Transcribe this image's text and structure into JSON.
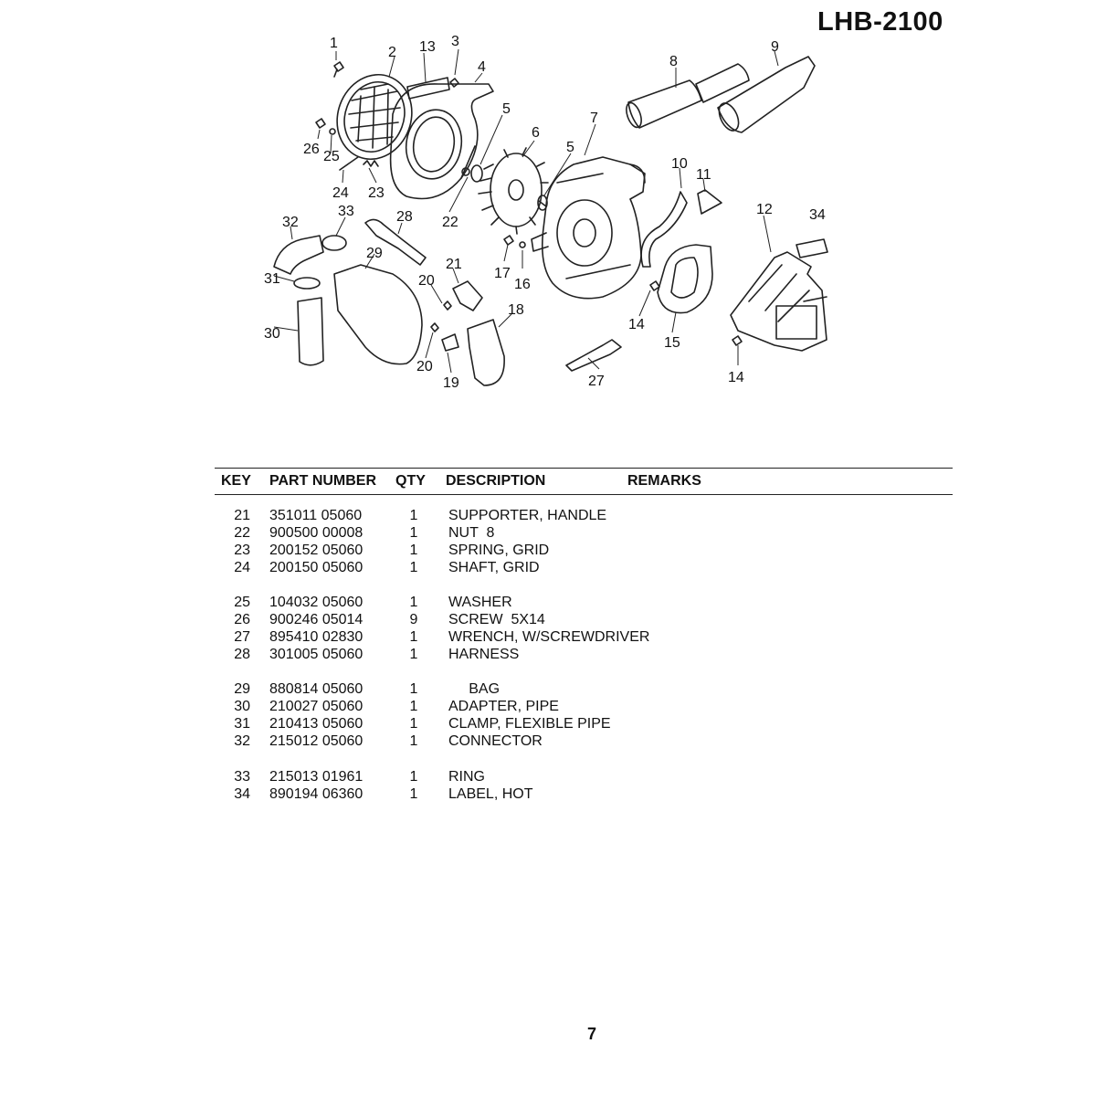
{
  "header": {
    "model": "LHB-2100"
  },
  "diagram": {
    "callouts": [
      "1",
      "2",
      "13",
      "3",
      "4",
      "5",
      "6",
      "5",
      "7",
      "8",
      "9",
      "10",
      "11",
      "12",
      "34",
      "26",
      "25",
      "24",
      "23",
      "22",
      "33",
      "28",
      "32",
      "29",
      "21",
      "20",
      "17",
      "16",
      "31",
      "18",
      "14",
      "15",
      "30",
      "20",
      "19",
      "27",
      "14"
    ]
  },
  "table": {
    "columns": {
      "key": "KEY",
      "part_number": "PART NUMBER",
      "qty": "QTY",
      "description": "DESCRIPTION",
      "remarks": "REMARKS"
    },
    "rows": [
      {
        "key": "21",
        "part_number": "351011 05060",
        "qty": "1",
        "description": "SUPPORTER, HANDLE"
      },
      {
        "key": "22",
        "part_number": "900500 00008",
        "qty": "1",
        "description": "NUT  8"
      },
      {
        "key": "23",
        "part_number": "200152 05060",
        "qty": "1",
        "description": "SPRING, GRID"
      },
      {
        "key": "24",
        "part_number": "200150 05060",
        "qty": "1",
        "description": "SHAFT, GRID"
      },
      {
        "key": "25",
        "part_number": "104032 05060",
        "qty": "1",
        "description": "WASHER"
      },
      {
        "key": "26",
        "part_number": "900246 05014",
        "qty": "9",
        "description": "SCREW  5X14"
      },
      {
        "key": "27",
        "part_number": "895410 02830",
        "qty": "1",
        "description": "WRENCH, W/SCREWDRIVER"
      },
      {
        "key": "28",
        "part_number": "301005 05060",
        "qty": "1",
        "description": "HARNESS"
      },
      {
        "key": "29",
        "part_number": "880814 05060",
        "qty": "1",
        "description": "     BAG"
      },
      {
        "key": "30",
        "part_number": "210027 05060",
        "qty": "1",
        "description": "ADAPTER, PIPE"
      },
      {
        "key": "31",
        "part_number": "210413 05060",
        "qty": "1",
        "description": "CLAMP, FLEXIBLE PIPE"
      },
      {
        "key": "32",
        "part_number": "215012 05060",
        "qty": "1",
        "description": "CONNECTOR"
      },
      {
        "key": "33",
        "part_number": "215013 01961",
        "qty": "1",
        "description": "RING"
      },
      {
        "key": "34",
        "part_number": "890194 06360",
        "qty": "1",
        "description": "LABEL, HOT"
      }
    ]
  },
  "footer": {
    "page_number": "7"
  }
}
